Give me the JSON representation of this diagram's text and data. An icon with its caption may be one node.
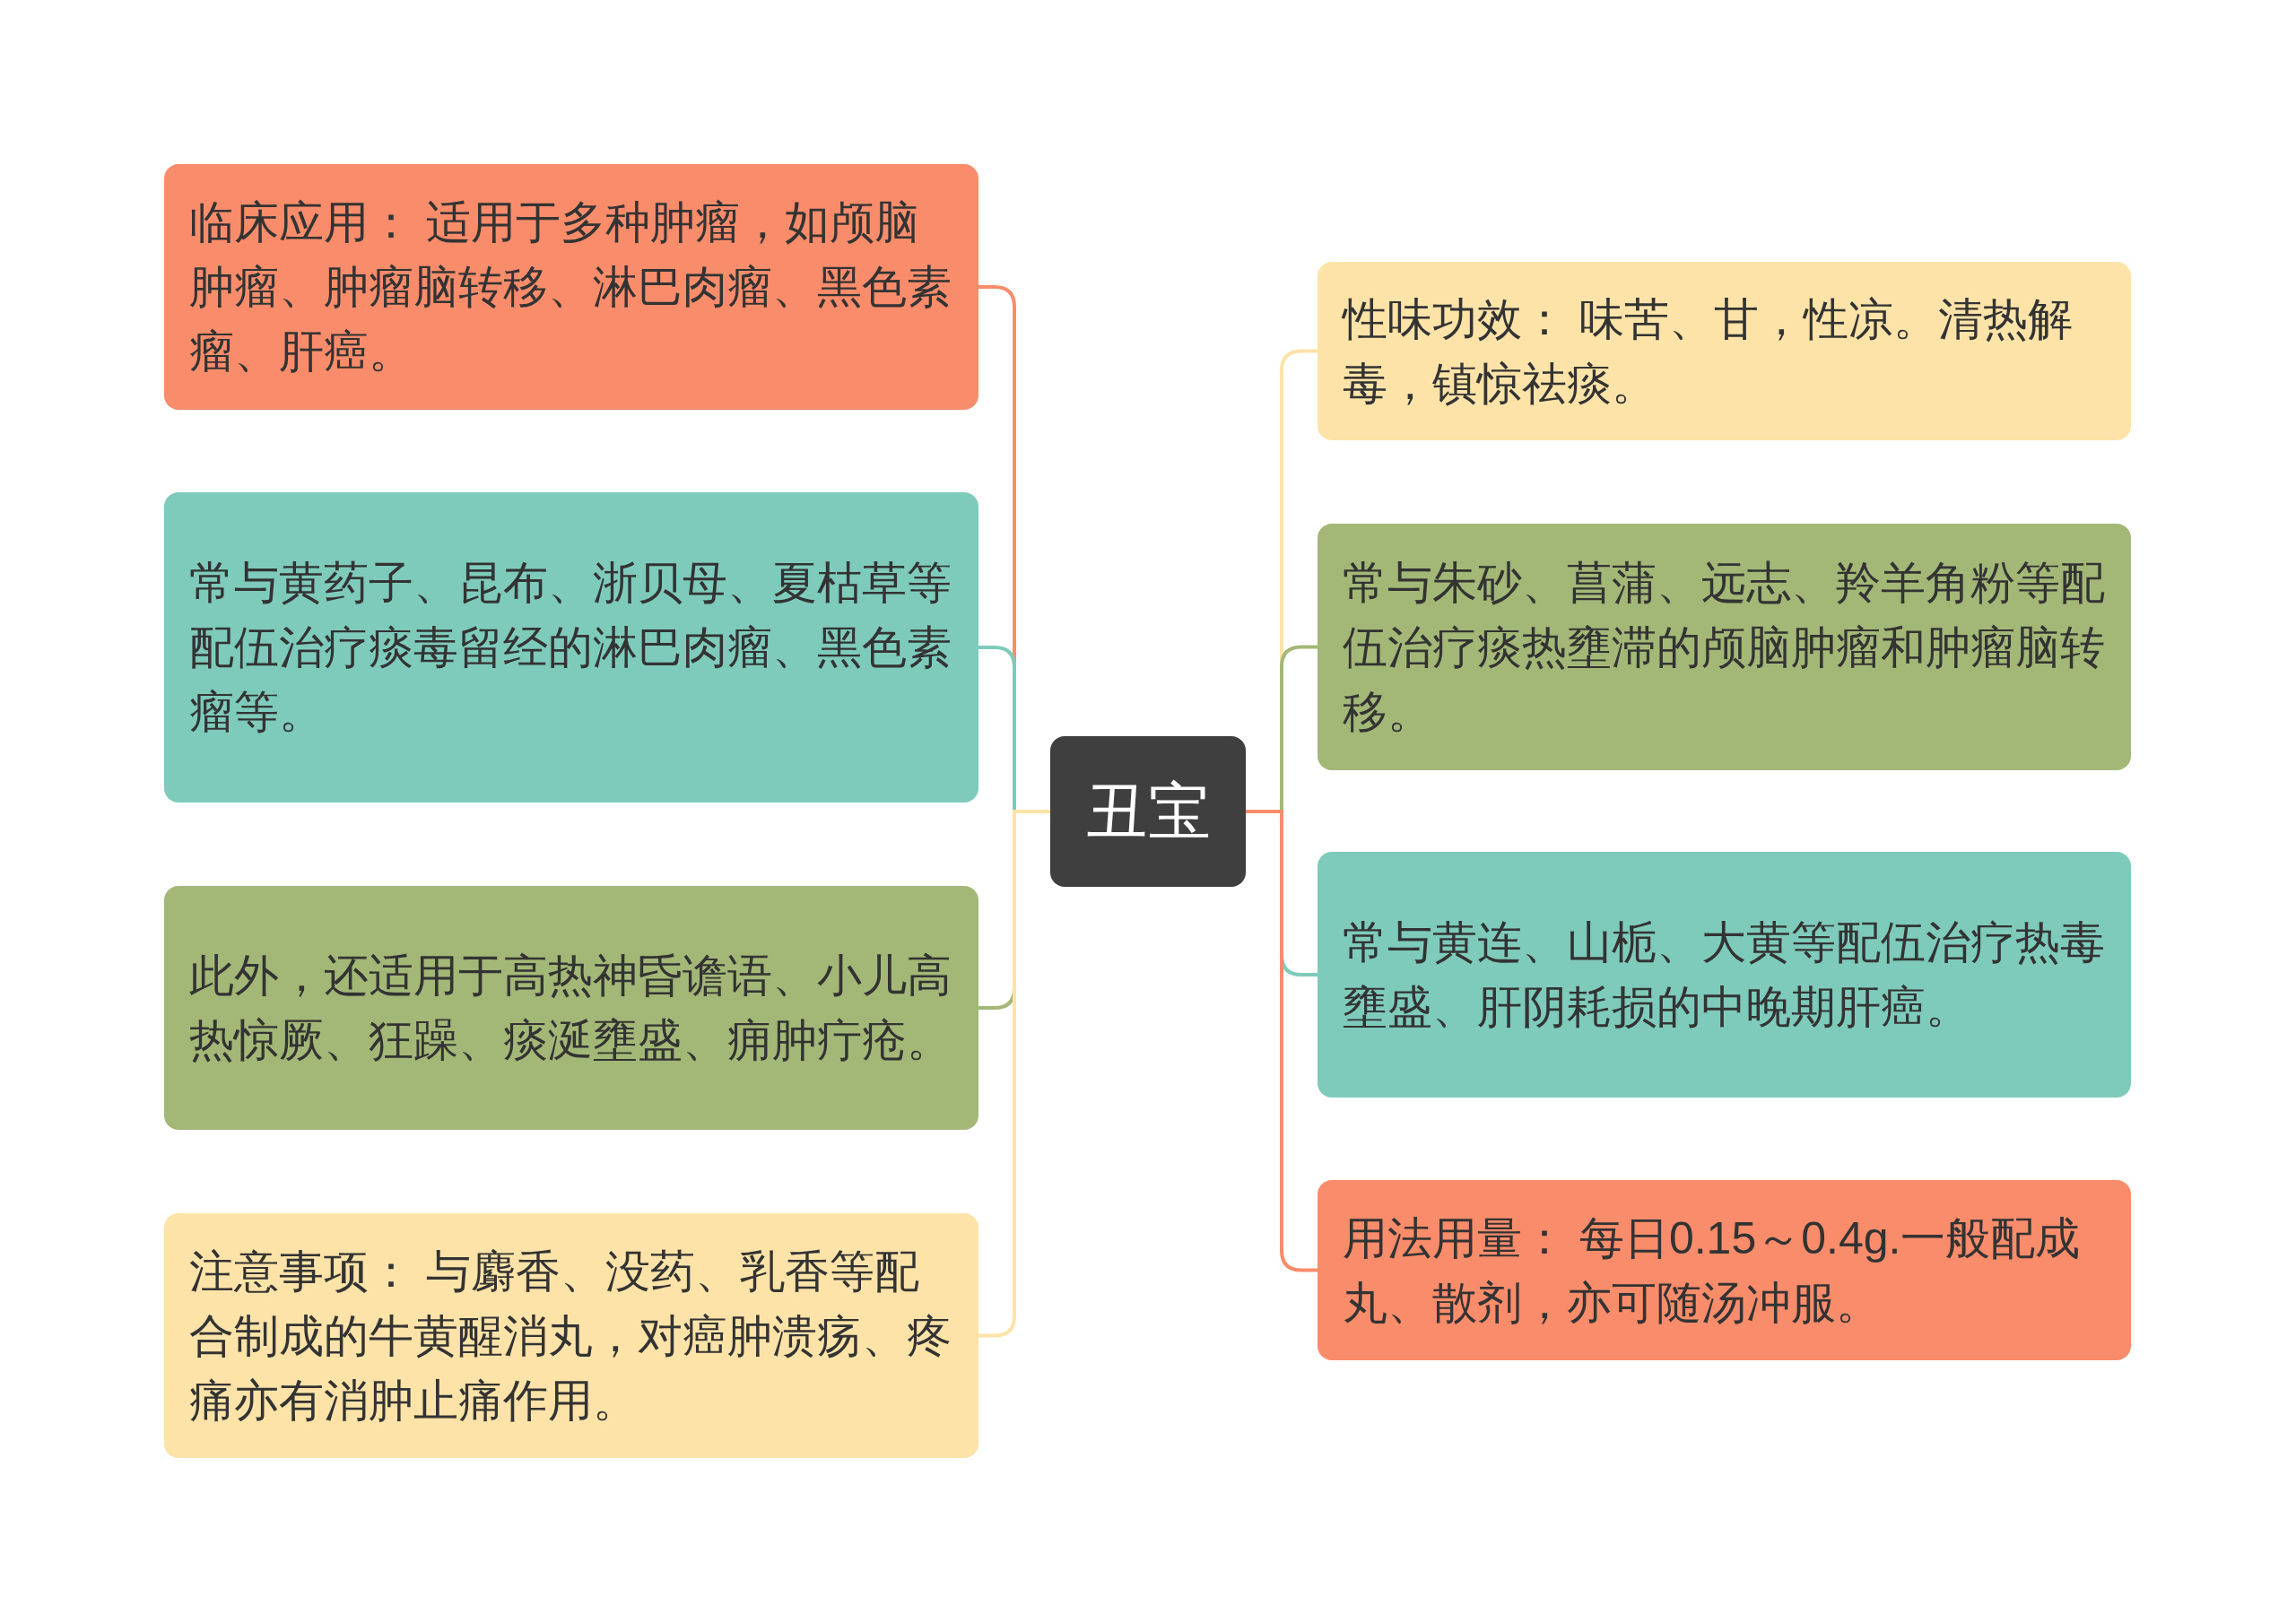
{
  "diagram": {
    "nodes": [
      {
        "text": [
          "丑宝"
        ]
      },
      {
        "text": [
          "临床应用： 适用于多种肿瘤，如颅脑肿瘤、肿瘤脑转移、淋巴肉瘤、黑色素瘤、肝癌。"
        ]
      },
      {
        "text": [
          "常与黄药子、昆布、浙贝母、夏枯草等配伍治疗痰毒留经的淋巴肉瘤、黑色素瘤等。"
        ]
      },
      {
        "text": [
          "此外，还适用于高热神昏谵语、小儿高热惊厥、狂躁、痰涎壅盛、痈肿疔疮。"
        ]
      },
      {
        "text": [
          "注意事项： 与麝香、没药、乳香等配合制成的牛黄醒消丸，对癌肿溃疡、疼痛亦有消肿止痛作用。"
        ]
      },
      {
        "text": [
          "性味功效： 味苦、甘，性凉。清热解毒，镇惊祛痰。"
        ]
      },
      {
        "text": [
          "常与朱砂、菖蒲、远志、羚羊角粉等配伍治疗痰热壅滞的颅脑肿瘤和肿瘤脑转移。"
        ]
      },
      {
        "text": [
          "常与黄连、山栀、大黄等配伍治疗热毒壅盛、肝阴耗损的中晚期肝癌。"
        ]
      },
      {
        "text": [
          "用法用量： 每日0.15～0.4g.一般配成丸、散剂，亦可随汤冲服。"
        ]
      }
    ],
    "edges": [
      {
        "from": 0,
        "to": 1,
        "arrow": "none",
        "color": "#f98d6b"
      },
      {
        "from": 0,
        "to": 2,
        "arrow": "none",
        "color": "#7ecbbc"
      },
      {
        "from": 0,
        "to": 3,
        "arrow": "none",
        "color": "#a3b876"
      },
      {
        "from": 0,
        "to": 4,
        "arrow": "none",
        "color": "#fde3a7"
      },
      {
        "from": 0,
        "to": 5,
        "arrow": "none",
        "color": "#fde3a7"
      },
      {
        "from": 0,
        "to": 6,
        "arrow": "none",
        "color": "#a3b876"
      },
      {
        "from": 0,
        "to": 7,
        "arrow": "none",
        "color": "#7ecbbc"
      },
      {
        "from": 0,
        "to": 8,
        "arrow": "none",
        "color": "#f98d6b"
      }
    ]
  }
}
